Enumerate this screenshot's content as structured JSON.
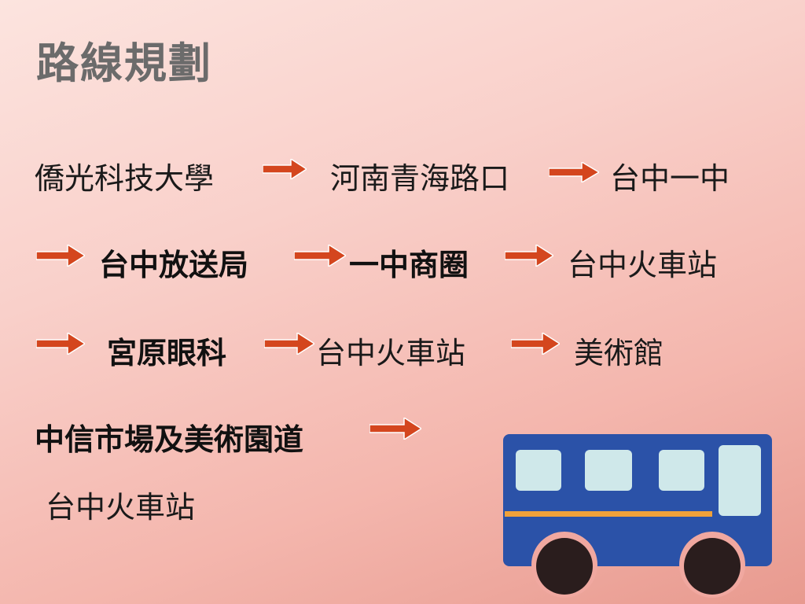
{
  "slide": {
    "title": "路線規劃",
    "stops": {
      "s1": "僑光科技大學",
      "s2": "河南青海路口",
      "s3": "台中一中",
      "s4": "台中放送局",
      "s5": "一中商圈",
      "s6": "台中火車站",
      "s7": "宮原眼科",
      "s8": "台中火車站",
      "s9": "美術館",
      "s10": "中信市場及美術園道",
      "s11": "台中火車站"
    }
  },
  "colors": {
    "arrow": "#d4461e",
    "bus_body": "#2b52a8",
    "bus_window": "#cfe8ea",
    "bus_stripe": "#f0a13a",
    "wheel": "#2a1d1d"
  },
  "icons": {
    "arrow": "right-arrow-icon",
    "bus": "bus-icon"
  }
}
